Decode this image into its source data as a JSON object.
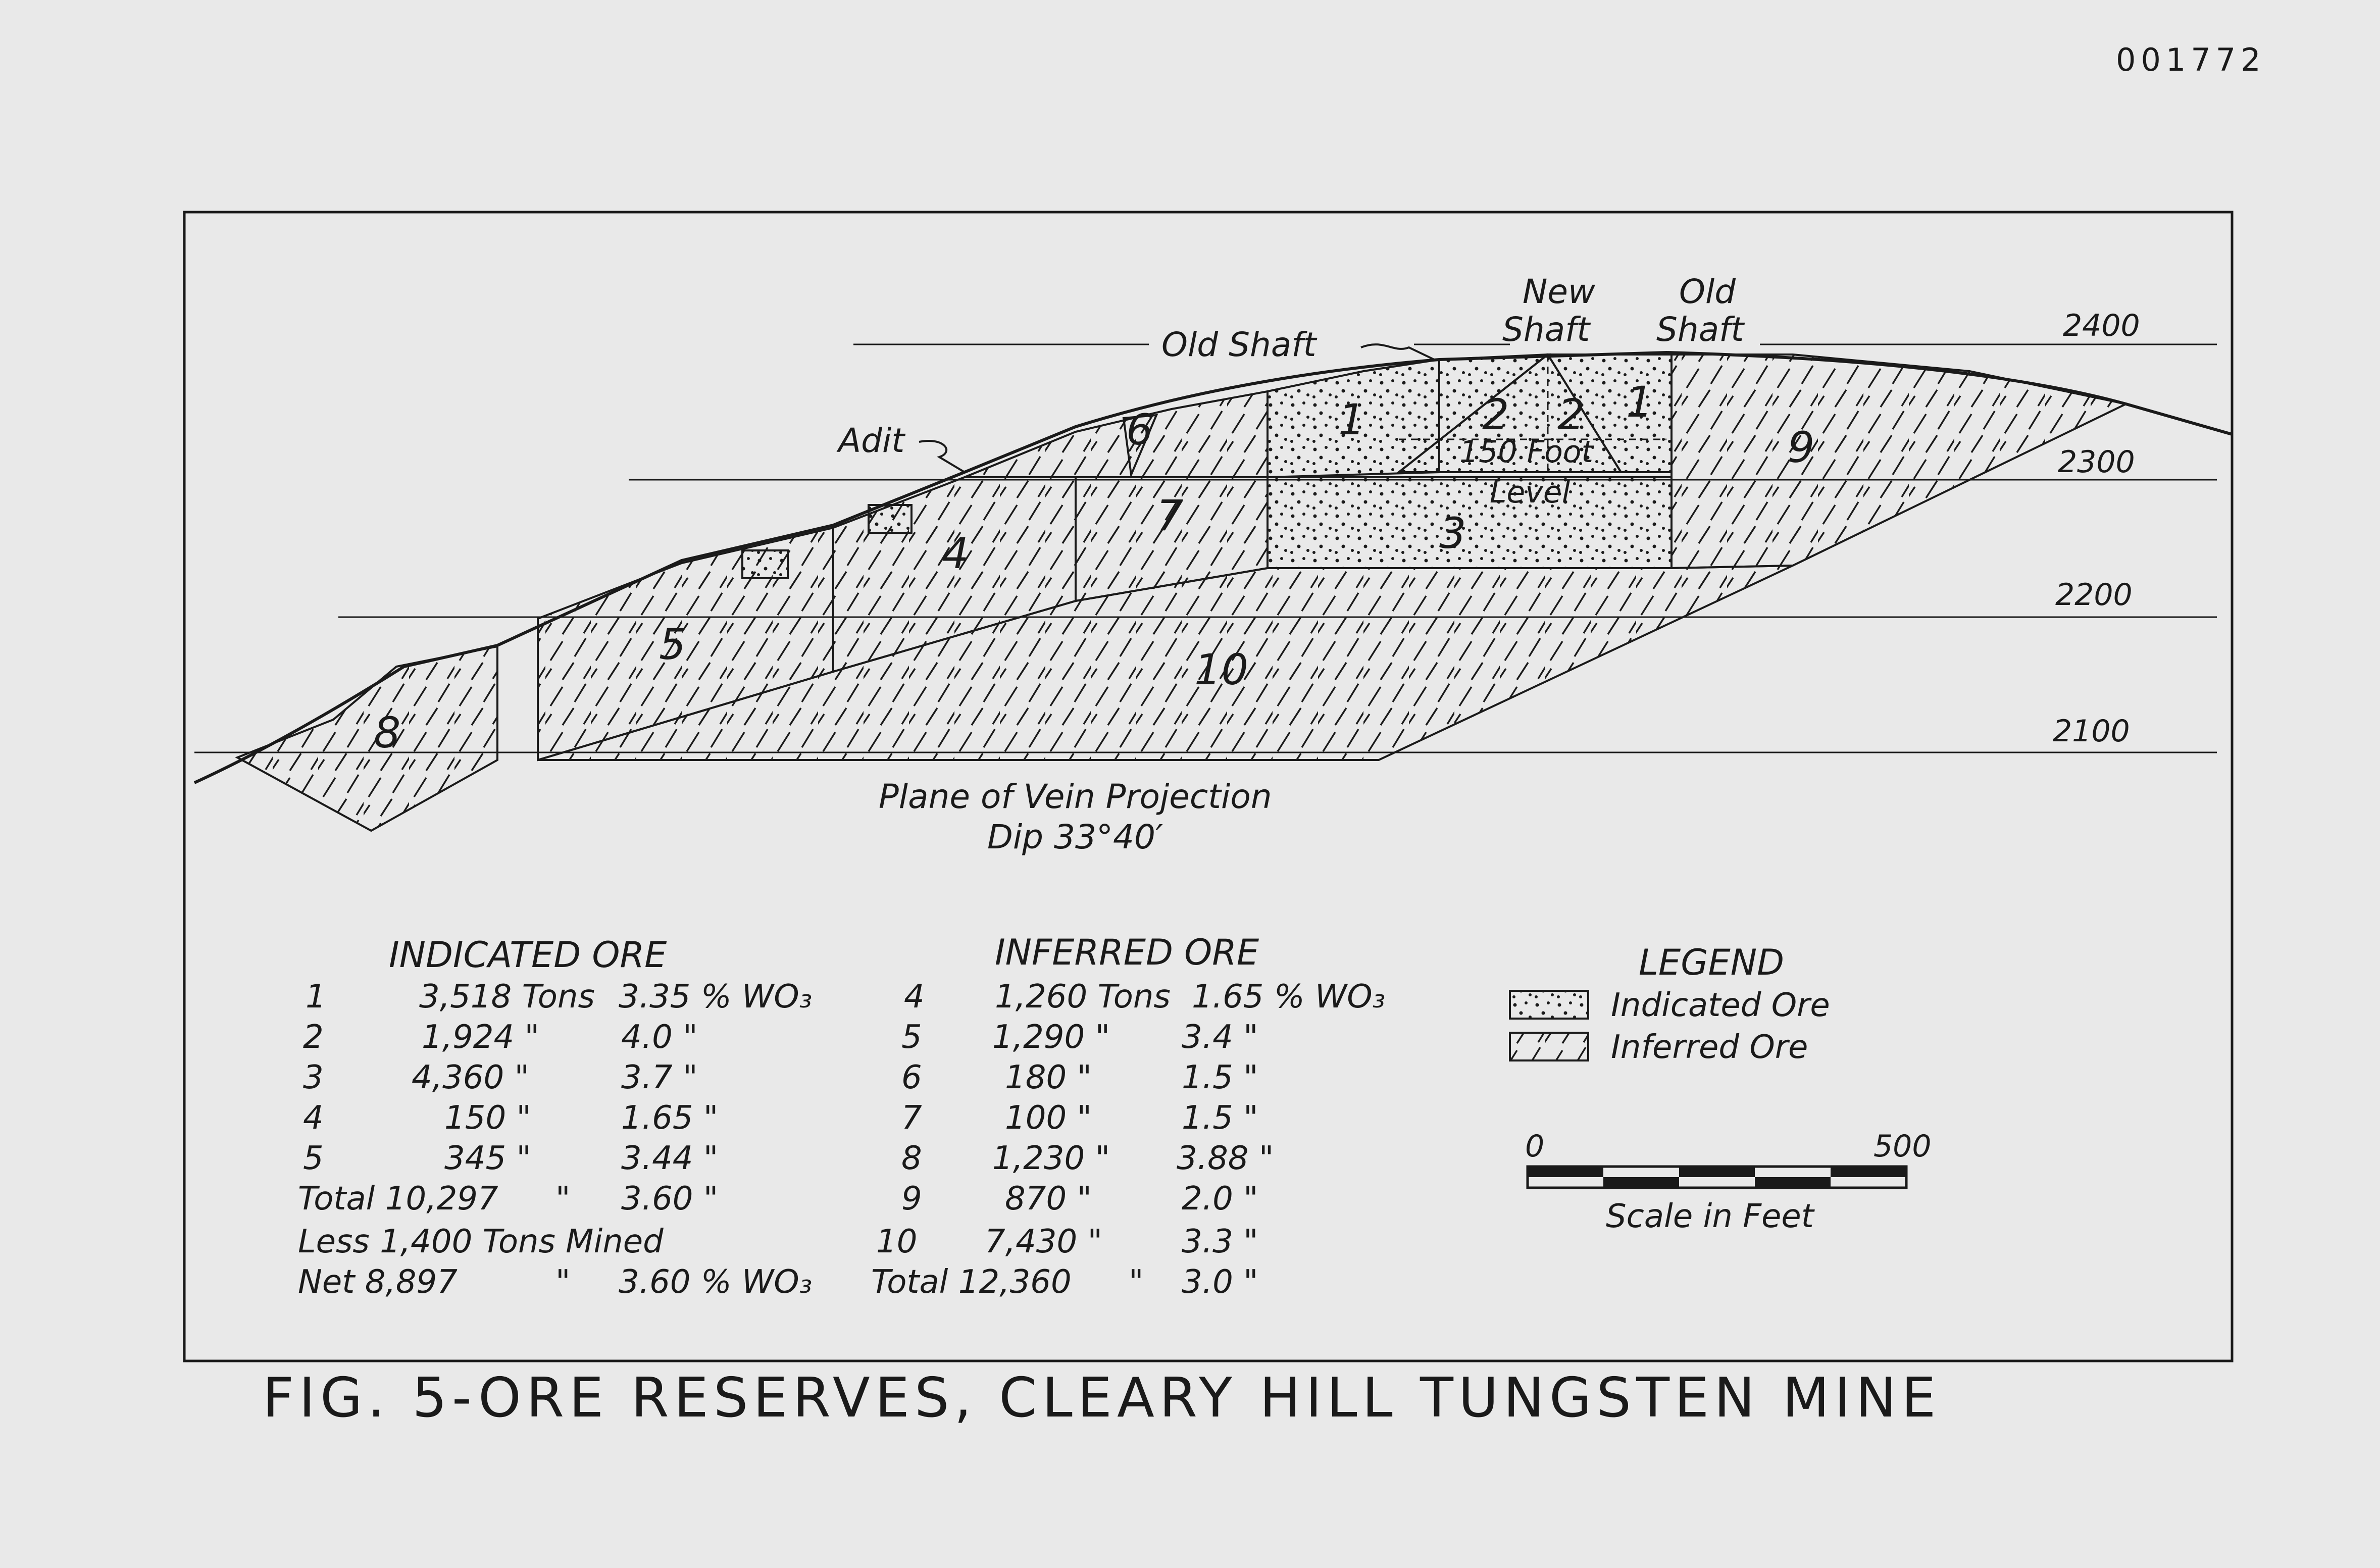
{
  "stamp": "001772",
  "labels": {
    "new_shaft": [
      "New",
      "Shaft"
    ],
    "old_shaft_right": [
      "Old",
      "Shaft"
    ],
    "old_shaft_left": "Old Shaft",
    "adit": "Adit",
    "level_150": [
      "150 Foot",
      "Level"
    ],
    "projection": [
      "Plane of Vein Projection",
      "Dip 33°40′"
    ]
  },
  "elevations": [
    "2400",
    "2300",
    "2200",
    "2100"
  ],
  "regions": [
    "1",
    "2",
    "2",
    "1",
    "3",
    "4",
    "5",
    "6",
    "7",
    "8",
    "9",
    "10"
  ],
  "indicated": {
    "title": "INDICATED ORE",
    "rows": [
      [
        "1",
        "3,518 Tons",
        "3.35 % WO₃"
      ],
      [
        "2",
        "1,924 \"",
        "4.0 \""
      ],
      [
        "3",
        "4,360 \"",
        "3.7 \""
      ],
      [
        "4",
        "150 \"",
        "1.65 \""
      ],
      [
        "5",
        "345 \"",
        "3.44 \""
      ]
    ],
    "total": [
      "Total 10,297",
      "\"",
      "3.60 \""
    ],
    "less": "Less 1,400 Tons Mined",
    "net": [
      "Net 8,897",
      "\"",
      "3.60 % WO₃"
    ]
  },
  "inferred": {
    "title": "INFERRED ORE",
    "rows": [
      [
        "4",
        "1,260 Tons",
        "1.65 % WO₃"
      ],
      [
        "5",
        "1,290 \"",
        "3.4 \""
      ],
      [
        "6",
        "180 \"",
        "1.5 \""
      ],
      [
        "7",
        "100 \"",
        "1.5 \""
      ],
      [
        "8",
        "1,230 \"",
        "3.88 \""
      ],
      [
        "9",
        "870 \"",
        "2.0 \""
      ],
      [
        "10",
        "7,430 \"",
        "3.3 \""
      ]
    ],
    "total": [
      "Total 12,360",
      "\"",
      "3.0 \""
    ]
  },
  "legend": {
    "title": "LEGEND",
    "items": [
      "Indicated Ore",
      "Inferred Ore"
    ]
  },
  "scale": {
    "start": "0",
    "end": "500",
    "label": "Scale in Feet"
  },
  "caption": "FIG. 5-ORE RESERVES, CLEARY HILL TUNGSTEN MINE",
  "colors": {
    "ink": "#1a1a1a",
    "paper": "#e9e9e9"
  }
}
